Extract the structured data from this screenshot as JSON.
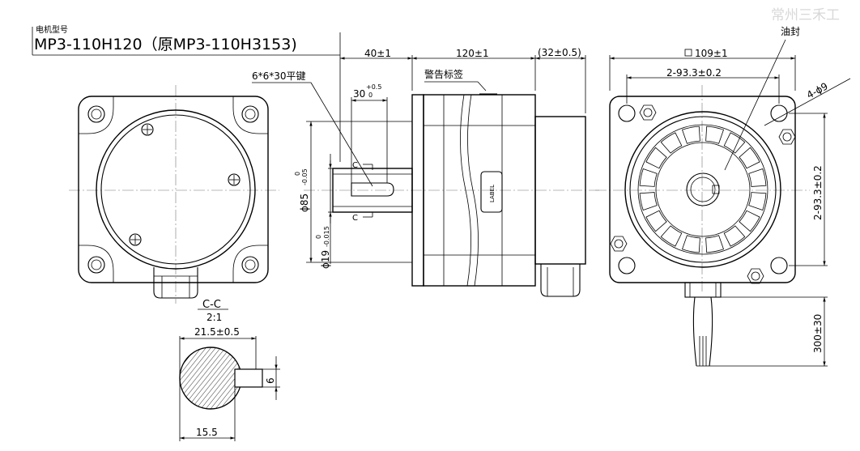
{
  "header": {
    "label": "电机型号",
    "model": "MP3-110H120（原MP3-110H3153)"
  },
  "watermark": "常州三禾工",
  "side_view": {
    "dim_shaft_len": "40±1",
    "dim_body_len": "120±1",
    "dim_rear_len": "(32±0.5)",
    "callout_key": "6*6*30平键",
    "callout_warning": "警告标签",
    "dim_key_len": "30",
    "dim_key_tol_upper": "+0.5",
    "dim_key_tol_lower": "0",
    "dim_pilot_dia": "ϕ85",
    "dim_pilot_tol_upper": "0",
    "dim_pilot_tol_lower": "-0.05",
    "dim_shaft_dia": "ϕ19",
    "dim_shaft_tol_upper": "0",
    "dim_shaft_tol_lower": "-0.015",
    "section_mark": "C",
    "label_text": "LABEL"
  },
  "rear_view": {
    "dim_square": "109±1",
    "callout_seal": "油封",
    "dim_hole_pitch_h": "2-93.3±0.2",
    "dim_hole_pitch_v": "2-93.3±0.2",
    "dim_holes": "4-ϕ9",
    "dim_cable": "300±30"
  },
  "section": {
    "title": "C-C",
    "scale": "2:1",
    "dim_width": "21.5±0.5",
    "dim_key": "6",
    "dim_depth": "15.5"
  }
}
